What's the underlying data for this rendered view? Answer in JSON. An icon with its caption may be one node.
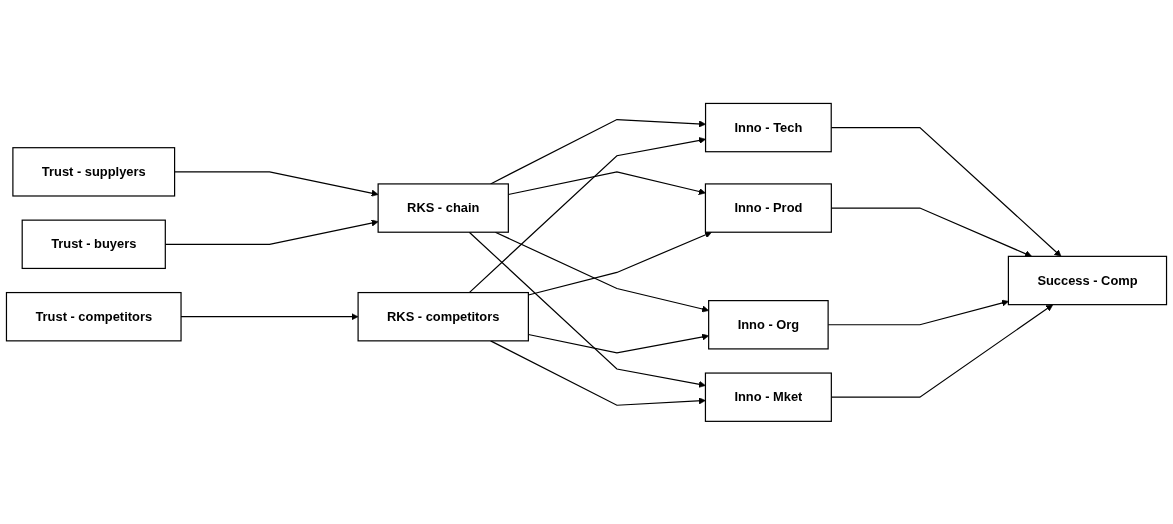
{
  "diagram": {
    "nodes": [
      {
        "text": [
          "Trust - supplyers"
        ]
      },
      {
        "text": [
          "Trust - buyers"
        ]
      },
      {
        "text": [
          "Trust - competitors"
        ]
      },
      {
        "text": [
          "RKS - chain"
        ]
      },
      {
        "text": [
          "RKS - competitors"
        ]
      },
      {
        "text": [
          "Inno - Tech"
        ]
      },
      {
        "text": [
          "Inno - Prod"
        ]
      },
      {
        "text": [
          "Inno - Org"
        ]
      },
      {
        "text": [
          "Inno - Mket"
        ]
      },
      {
        "text": [
          "Success - Comp"
        ]
      }
    ],
    "edges": [
      {
        "from": 0,
        "to": 3,
        "arrow": "to"
      },
      {
        "from": 1,
        "to": 3,
        "arrow": "to"
      },
      {
        "from": 2,
        "to": 4,
        "arrow": "to"
      },
      {
        "from": 3,
        "to": 5,
        "arrow": "to"
      },
      {
        "from": 3,
        "to": 6,
        "arrow": "to"
      },
      {
        "from": 3,
        "to": 7,
        "arrow": "to"
      },
      {
        "from": 3,
        "to": 8,
        "arrow": "to"
      },
      {
        "from": 4,
        "to": 5,
        "arrow": "to"
      },
      {
        "from": 4,
        "to": 6,
        "arrow": "to"
      },
      {
        "from": 4,
        "to": 7,
        "arrow": "to"
      },
      {
        "from": 4,
        "to": 8,
        "arrow": "to"
      },
      {
        "from": 5,
        "to": 9,
        "arrow": "to"
      },
      {
        "from": 6,
        "to": 9,
        "arrow": "to"
      },
      {
        "from": 7,
        "to": 9,
        "arrow": "to"
      },
      {
        "from": 8,
        "to": 9,
        "arrow": "to"
      }
    ]
  }
}
